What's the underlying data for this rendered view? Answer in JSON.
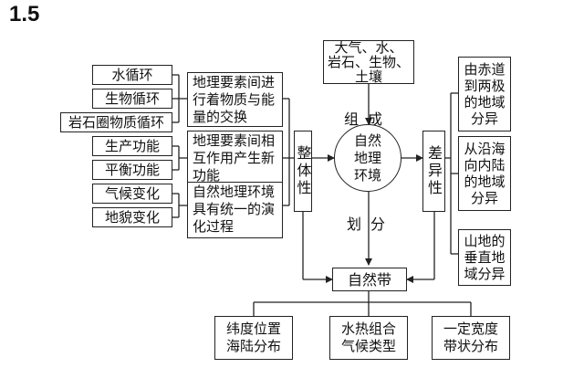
{
  "title": "1.5",
  "left_items": [
    "水循环",
    "生物循环",
    "岩石圈物质循环",
    "生产功能",
    "平衡功能",
    "气候变化",
    "地貌变化"
  ],
  "middle_left": [
    [
      "地理要素间进",
      "行着物质与能",
      "量的交换"
    ],
    [
      "地理要素间相",
      "互作用产生新",
      "功能"
    ],
    [
      "自然地理环境",
      "具有统一的演",
      "化过程"
    ]
  ],
  "whole": "整体性",
  "difference": "差异性",
  "top_box": [
    "大气、水、",
    "岩石、生物、",
    "土壤"
  ],
  "center": [
    "自然",
    "地理",
    "环境"
  ],
  "compose": "组成",
  "divide": "划分",
  "zone": "自然带",
  "right_items": [
    [
      "由赤道",
      "到两极",
      "的地域",
      "分异"
    ],
    [
      "从沿海",
      "向内陆",
      "的地域",
      "分异"
    ],
    [
      "山地的",
      "垂直地",
      "域分异"
    ]
  ],
  "bottom_items": [
    [
      "纬度位置",
      "海陆分布"
    ],
    [
      "水热组合",
      "气候类型"
    ],
    [
      "一定宽度",
      "带状分布"
    ]
  ]
}
